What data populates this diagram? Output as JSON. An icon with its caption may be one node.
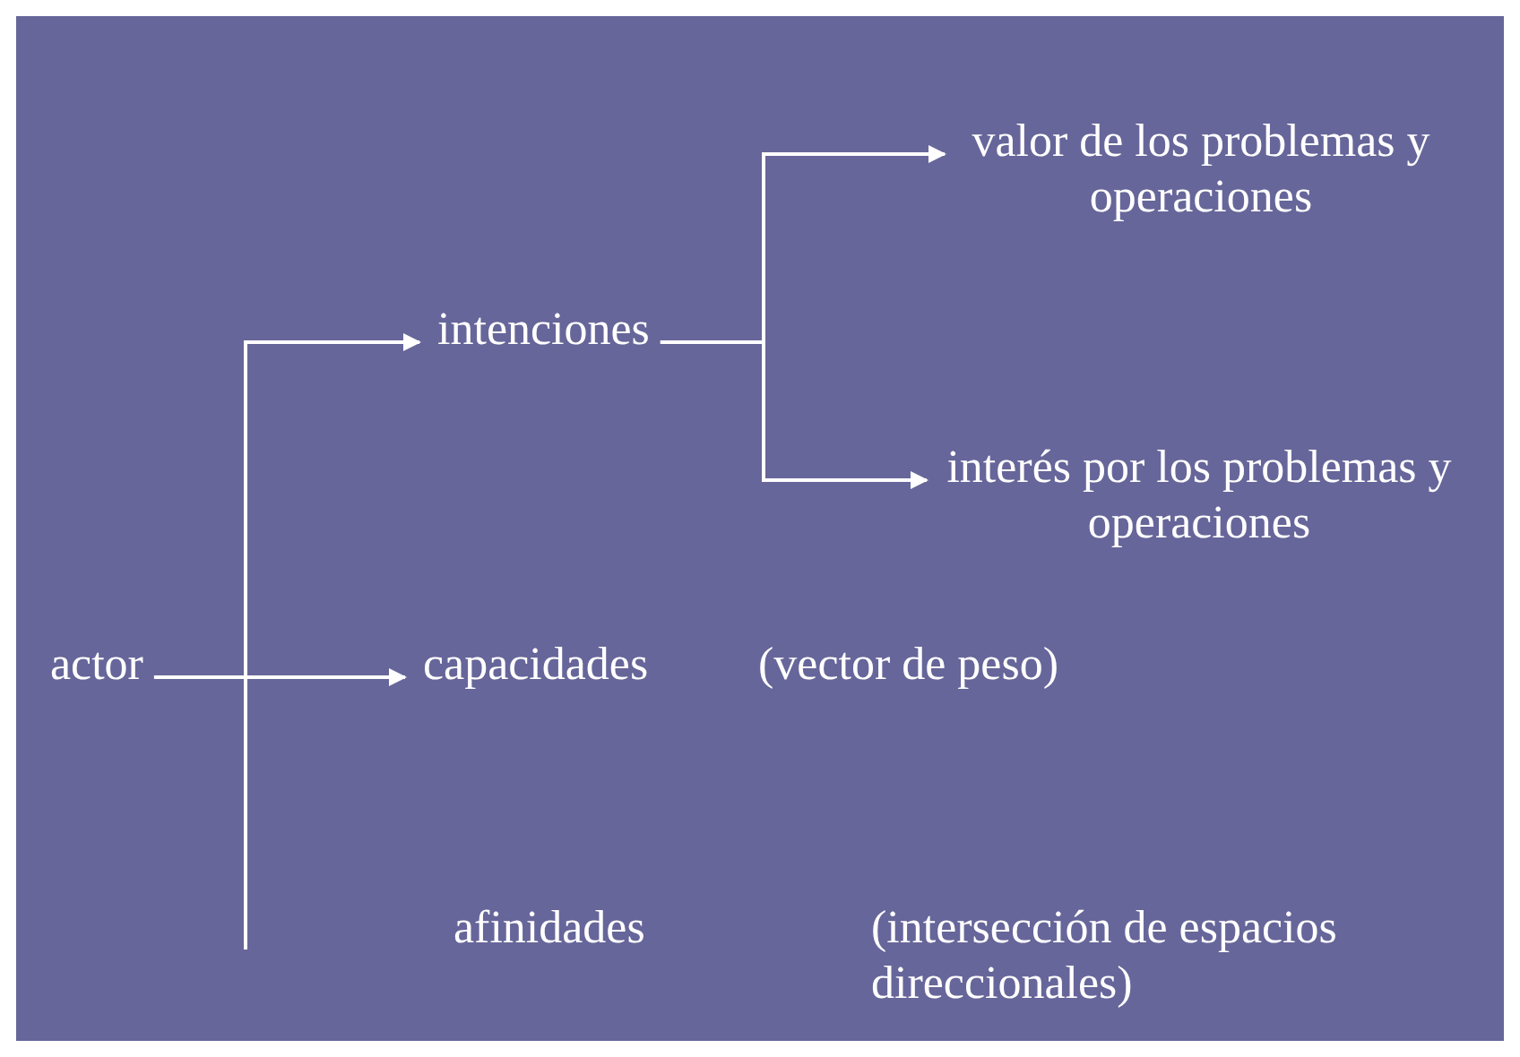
{
  "diagram": {
    "nodes": [
      {
        "text": [
          "actor"
        ]
      },
      {
        "text": [
          "intenciones"
        ]
      },
      {
        "text": [
          "capacidades"
        ],
        "beside": [
          "(vector de peso)"
        ]
      },
      {
        "text": [
          "afinidades"
        ]
      },
      {
        "text": [
          "valor de los problemas y operaciones"
        ]
      },
      {
        "text": [
          "interés por los problemas y operaciones"
        ]
      }
    ],
    "edges": [
      {
        "from": 0,
        "to": 1,
        "arrow": "to"
      },
      {
        "from": 0,
        "to": 2,
        "arrow": "to"
      },
      {
        "from": 1,
        "to": 4,
        "arrow": "to"
      },
      {
        "from": 1,
        "to": 5,
        "arrow": "to"
      }
    ],
    "labels": [
      "(intersección de espacios direccionales)"
    ]
  }
}
